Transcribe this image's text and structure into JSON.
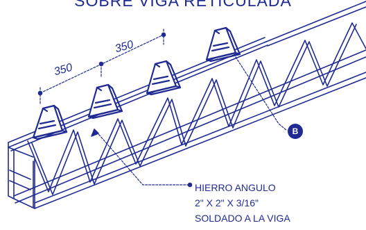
{
  "title": "SOBRE VIGA RETICULADA",
  "dimensions": [
    "350",
    "350"
  ],
  "detail_marker": "B",
  "callout": {
    "line1": "HIERRO ANGULO",
    "line2": "2\" X 2\" X 3/16\"",
    "line3": "SOLDADO A LA VIGA"
  },
  "colors": {
    "ink": "#1f2a93",
    "background": "#ffffff"
  }
}
